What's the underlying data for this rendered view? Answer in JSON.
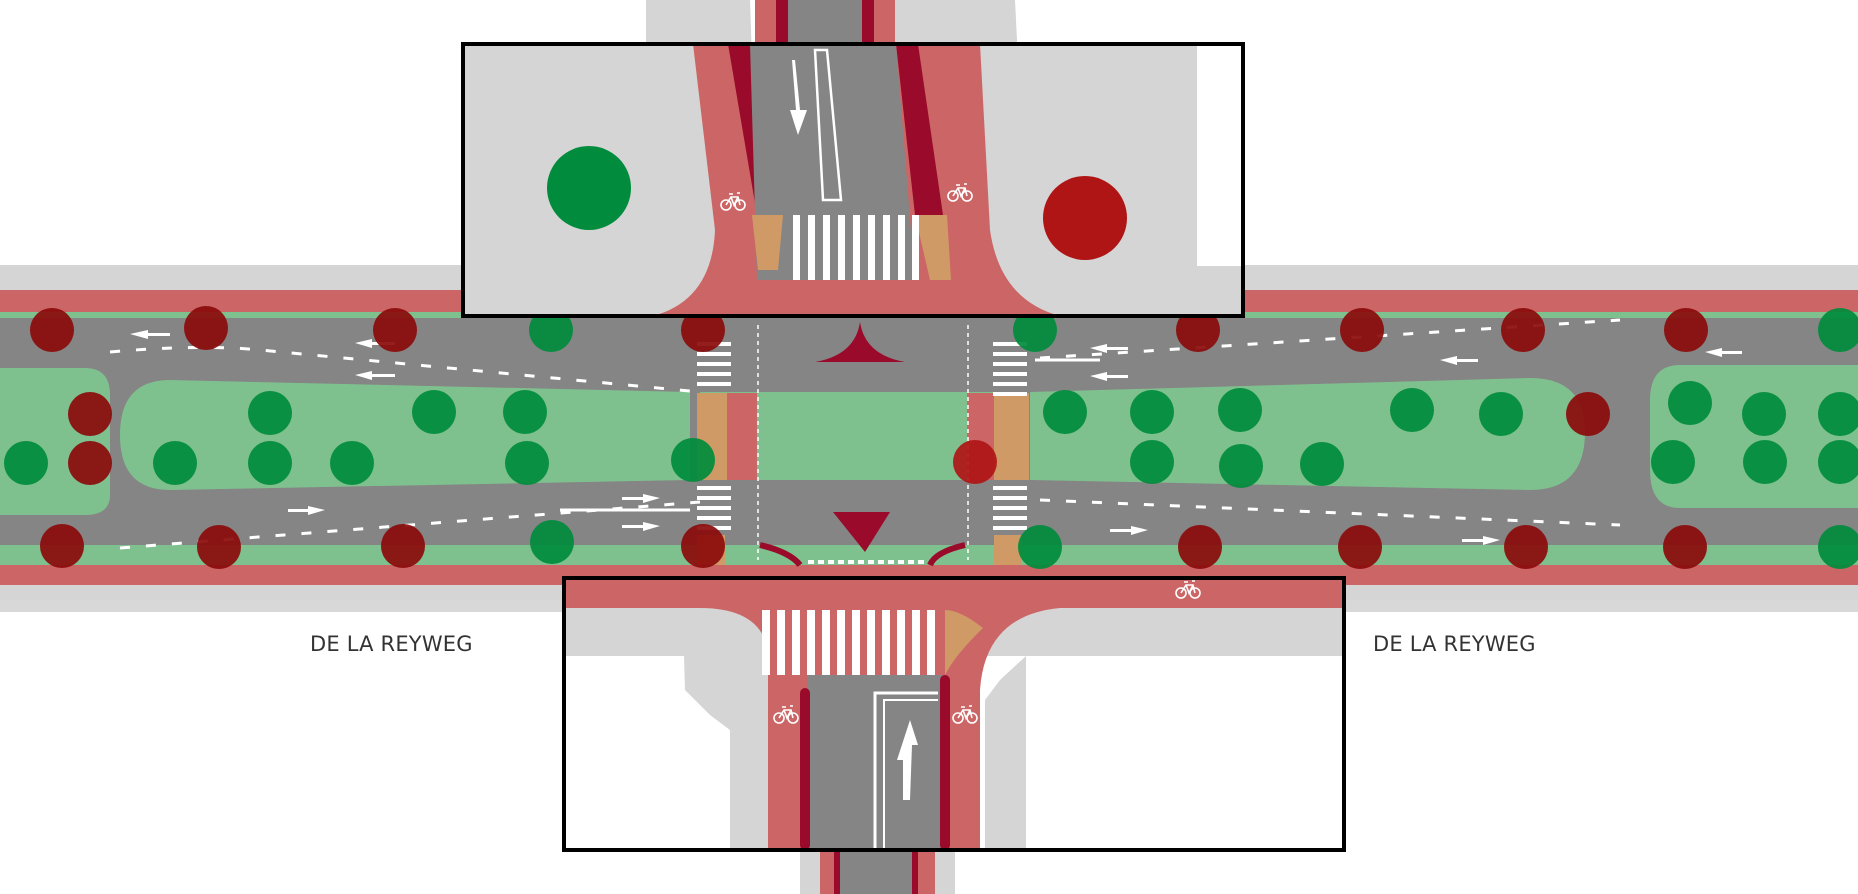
{
  "street_labels": {
    "left": "DE LA REYWEG",
    "right": "DE LA REYWEG"
  },
  "colors": {
    "asphalt": "#858585",
    "bike_lane": "#cc6666",
    "bike_lane_dark": "#9a0a2a",
    "sidewalk": "#d5d5d5",
    "verge": "#7fc18e",
    "crossing_ochre": "#d09a66",
    "tree_green": "#008c3c",
    "tree_red": "#8b0a0a",
    "tree_red_highlight": "#b01515",
    "inset_frame": "#000000"
  },
  "icons": [
    "bicycle-icon",
    "arrow-icon",
    "tree-icon"
  ],
  "legend_markers": {
    "green_circle": "tree-keep",
    "red_circle": "tree-remove"
  }
}
